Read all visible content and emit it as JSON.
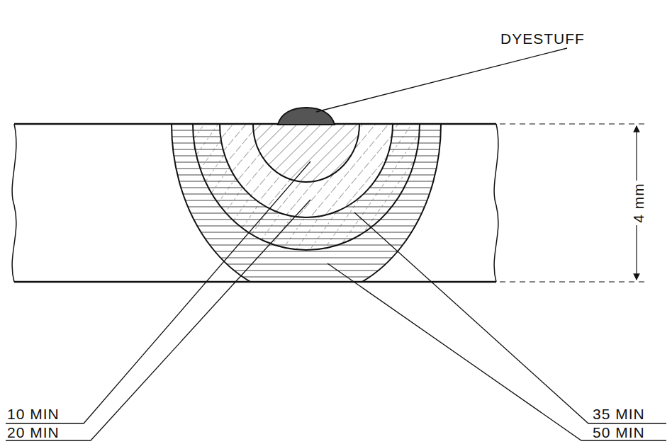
{
  "diagram": {
    "labels": [
      "DYESTUFF",
      "10 MIN",
      "20 MIN",
      "35 MIN",
      "50 MIN",
      "4 mm"
    ]
  }
}
